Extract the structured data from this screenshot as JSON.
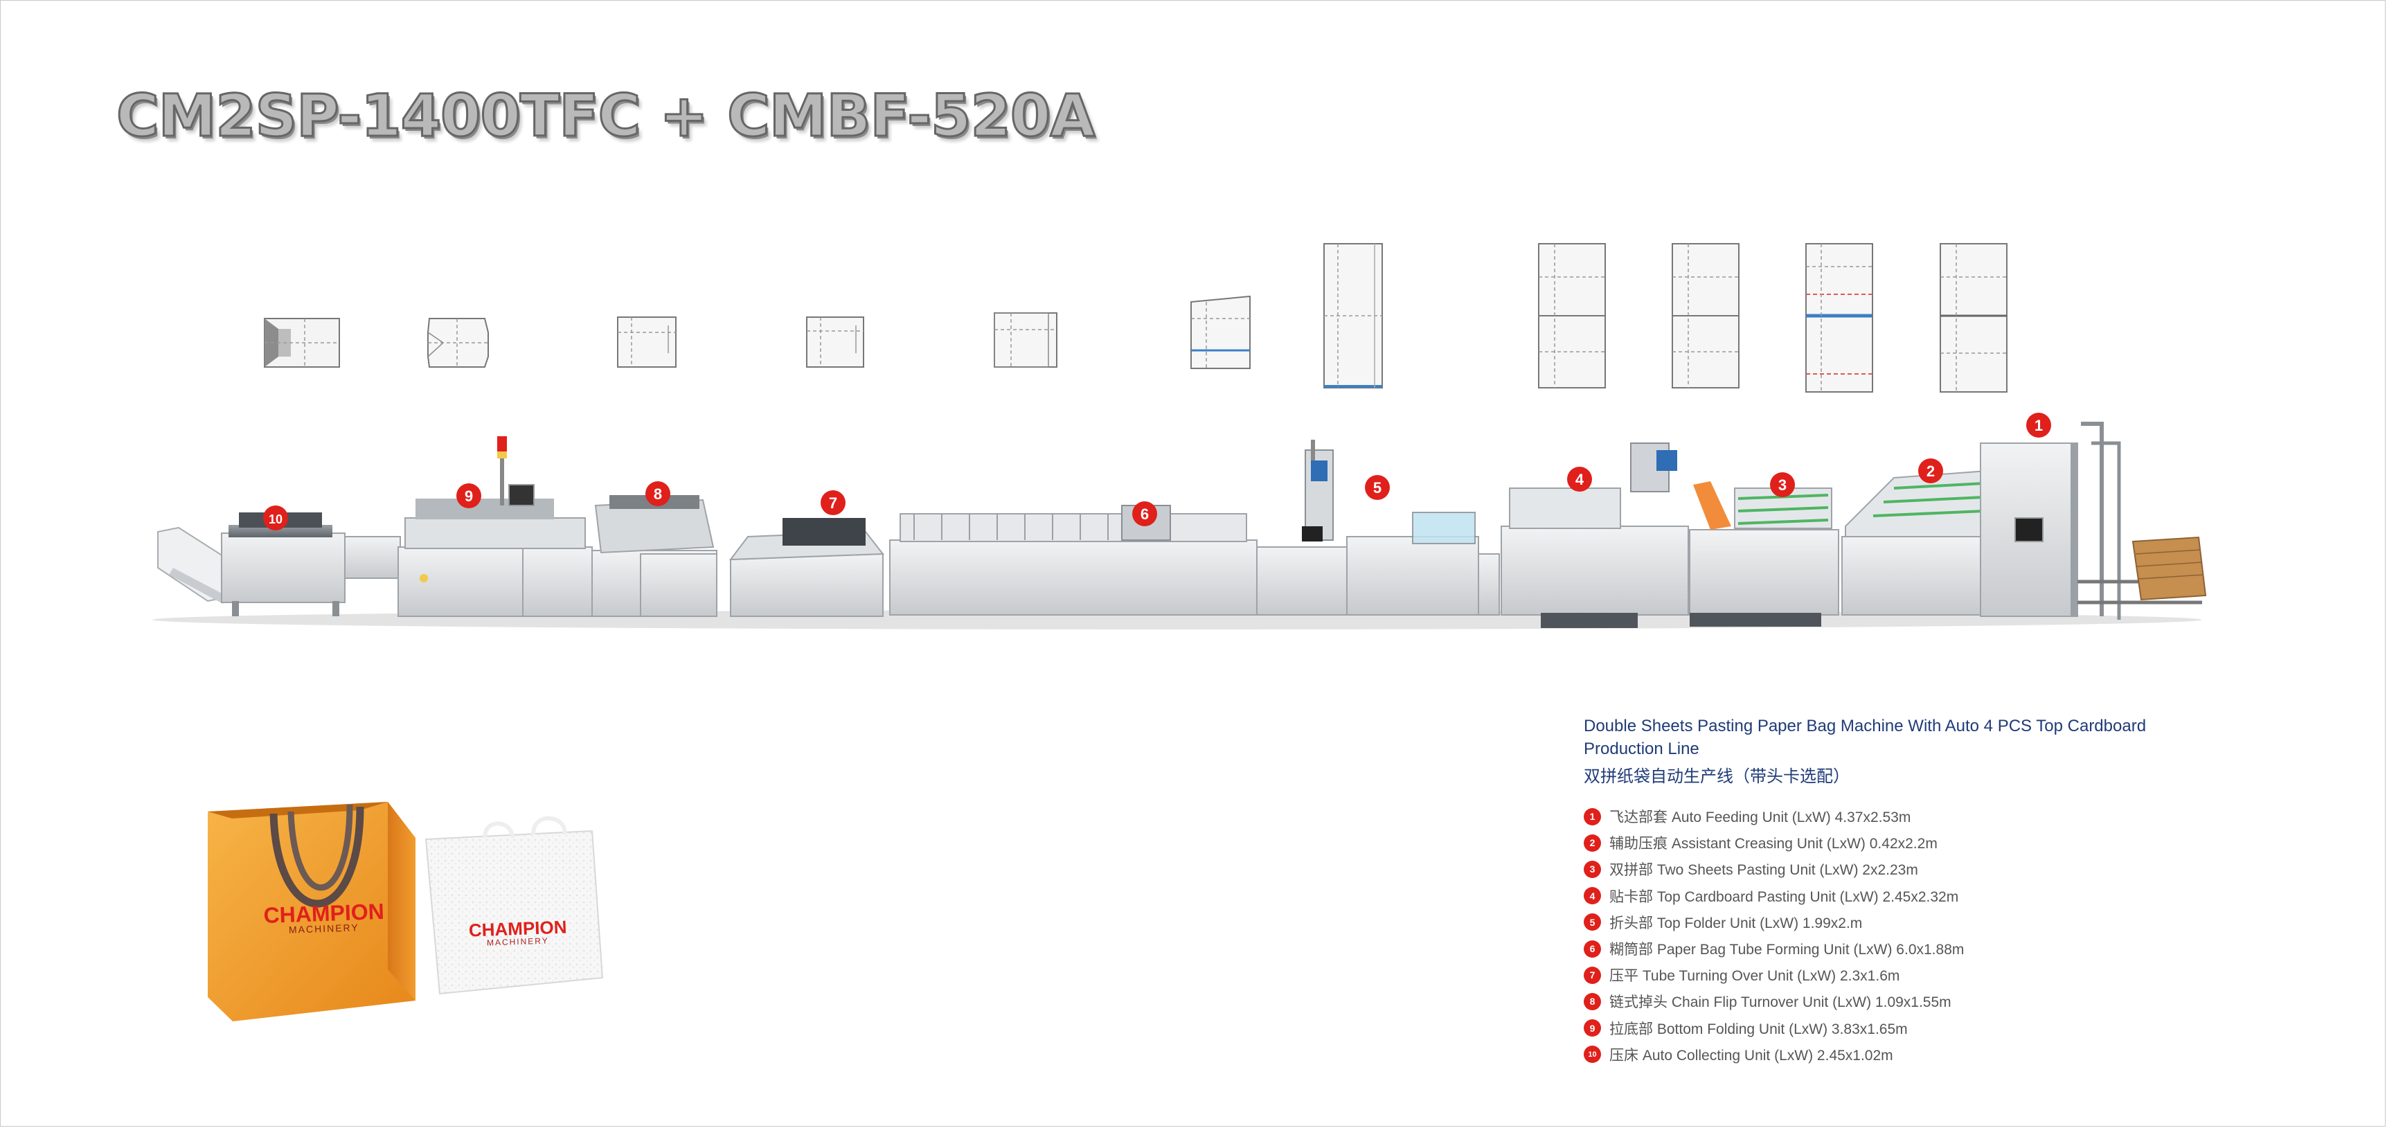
{
  "title": "CM2SP-1400TFC + CMBF-520A",
  "description": {
    "english": "Double Sheets Pasting Paper Bag Machine With Auto 4 PCS Top Cardboard Production Line",
    "chinese": "双拼纸袋自动生产线（带头卡选配）"
  },
  "units": [
    {
      "number": "1",
      "cn": "飞达部套",
      "en": "Auto Feeding Unit (LxW) 4.37x2.53m"
    },
    {
      "number": "2",
      "cn": "辅助压痕",
      "en": "Assistant Creasing Unit (LxW) 0.42x2.2m"
    },
    {
      "number": "3",
      "cn": "双拼部",
      "en": "Two Sheets Pasting Unit (LxW) 2x2.23m"
    },
    {
      "number": "4",
      "cn": "贴卡部",
      "en": "Top Cardboard Pasting Unit (LxW) 2.45x2.32m"
    },
    {
      "number": "5",
      "cn": "折头部",
      "en": "Top Folder Unit (LxW) 1.99x2.m"
    },
    {
      "number": "6",
      "cn": "糊筒部",
      "en": "Paper Bag Tube Forming Unit (LxW) 6.0x1.88m"
    },
    {
      "number": "7",
      "cn": "压平",
      "en": "Tube Turning Over Unit (LxW) 2.3x1.6m"
    },
    {
      "number": "8",
      "cn": "链式掉头",
      "en": "Chain Flip Turnover Unit (LxW) 1.09x1.55m"
    },
    {
      "number": "9",
      "cn": "拉底部",
      "en": "Bottom Folding Unit (LxW) 3.83x1.65m"
    },
    {
      "number": "10",
      "cn": "压床",
      "en": "Auto Collecting Unit (LxW) 2.45x1.02m"
    }
  ],
  "machine_markers": [
    "1",
    "2",
    "3",
    "4",
    "5",
    "6",
    "7",
    "8",
    "9",
    "10"
  ],
  "bag_brand": {
    "line1": "CHAMPION",
    "line2": "MACHINERY"
  },
  "colors": {
    "marker_red": "#e0201b",
    "heading_blue": "#1f3b78",
    "orange_bag": "#f39a24"
  }
}
